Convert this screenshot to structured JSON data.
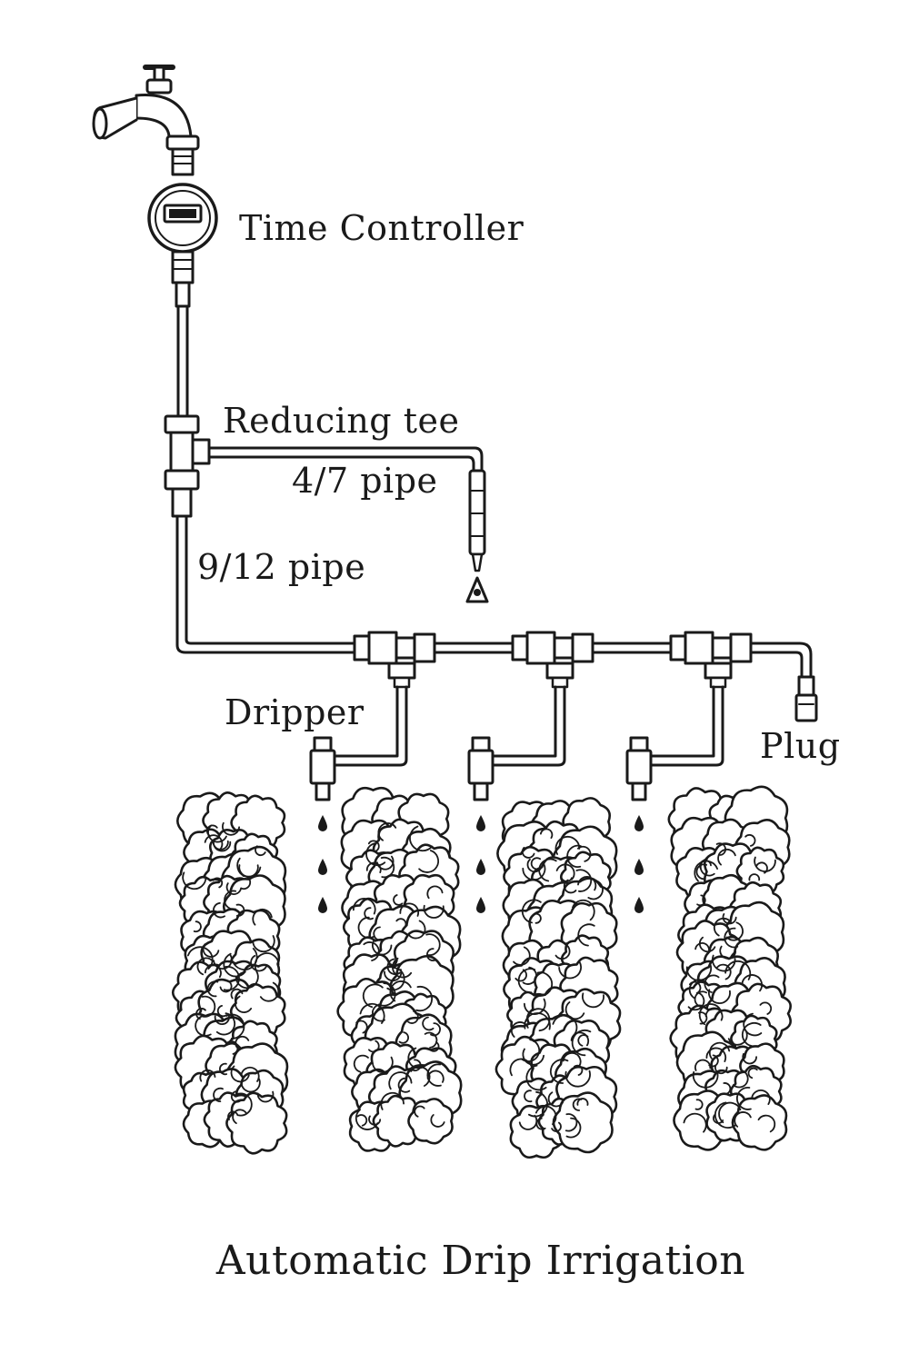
{
  "labels": {
    "time_controller": "Time Controller",
    "reducing_tee": "Reducing tee",
    "pipe_small": "4/7 pipe",
    "pipe_large": "9/12 pipe",
    "dripper": "Dripper",
    "plug": "Plug",
    "title": "Automatic Drip Irrigation"
  },
  "components": {
    "faucet": "faucet-icon",
    "timer": "timer-icon",
    "tee": "reducing-tee-icon",
    "sprayer": "micro-sprayer-icon",
    "dripper": "dripper-icon",
    "plug": "plug-icon",
    "plants": "shrub-row-icon"
  },
  "counts": {
    "drippers": 3,
    "plant_rows": 4,
    "drops_per_dripper": 3
  },
  "colors": {
    "ink": "#1a1a1a",
    "paper": "#ffffff",
    "fill": "#f4f4f4"
  }
}
